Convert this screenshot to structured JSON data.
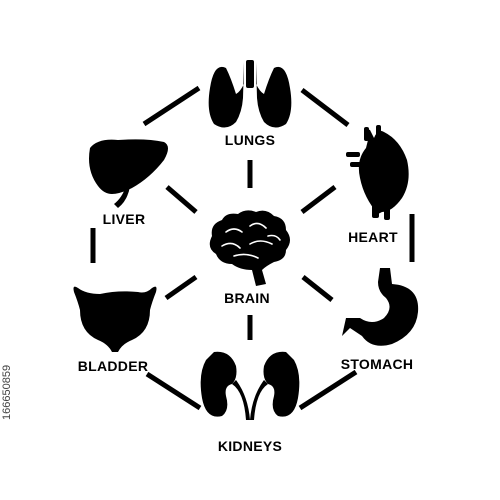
{
  "labels": {
    "lungs": "LUNGS",
    "heart": "HEART",
    "stomach": "STOMACH",
    "kidneys": "KIDNEYS",
    "bladder": "BLADDER",
    "liver": "LIVER",
    "brain": "BRAIN"
  },
  "side_id": "166650859",
  "colors": {
    "background": "#ffffff",
    "ink": "#000000"
  }
}
